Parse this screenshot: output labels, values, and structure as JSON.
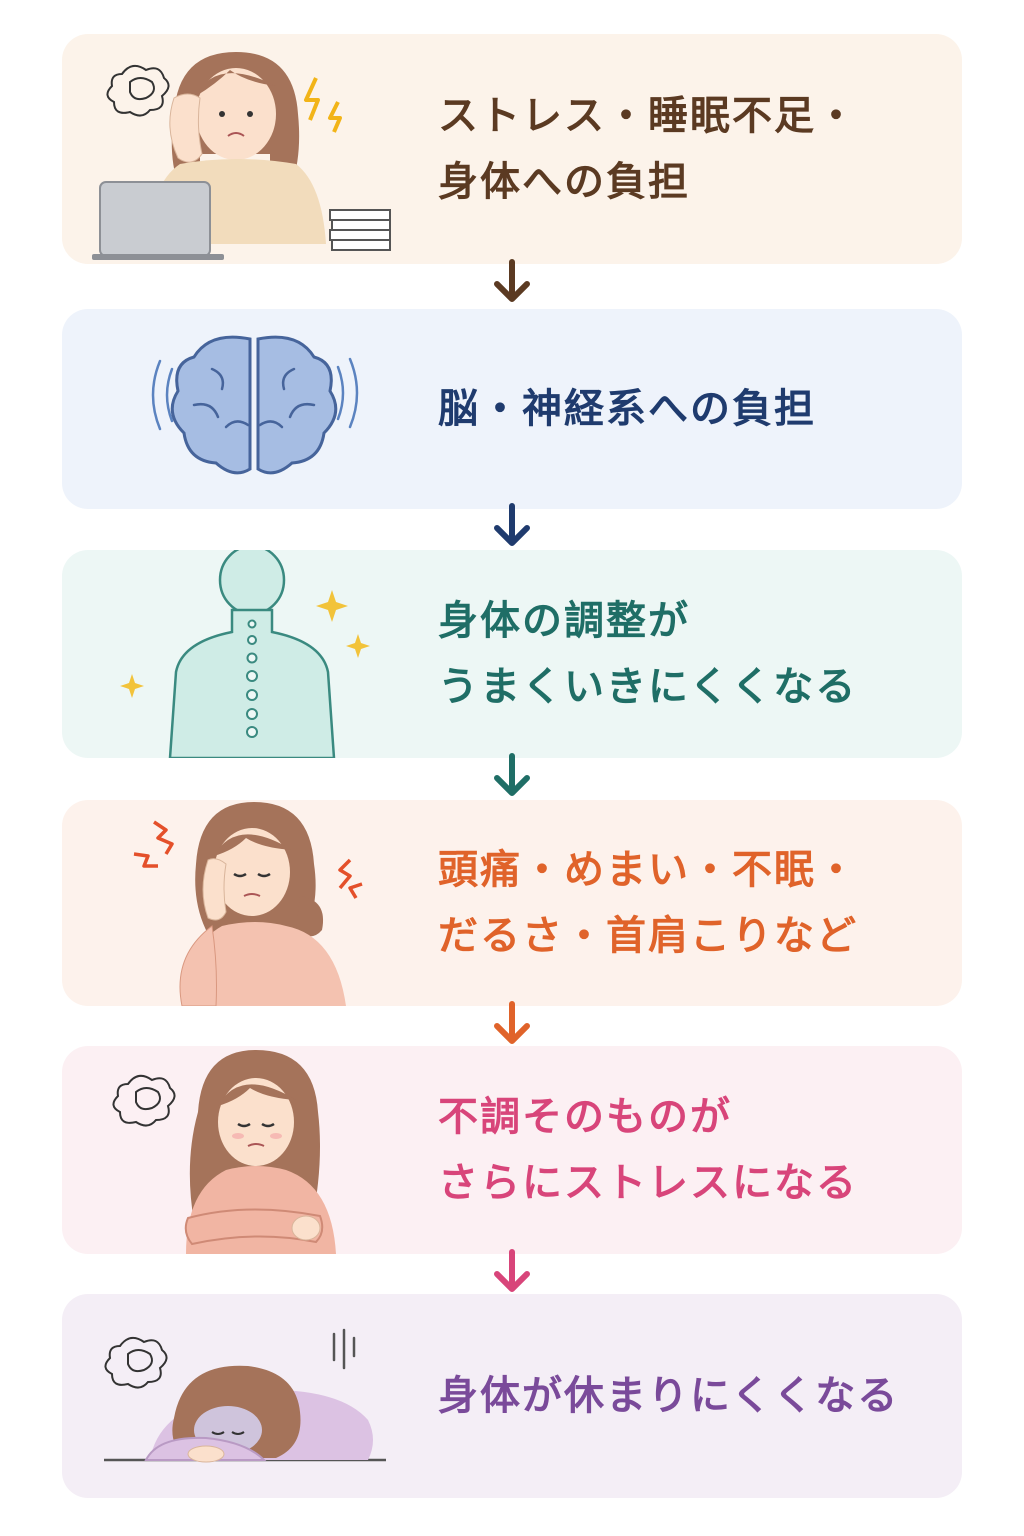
{
  "steps": [
    {
      "id": "stress",
      "lines": [
        "ストレス・睡眠不足・",
        "身体への負担"
      ],
      "text_color": "#5b3a22",
      "background": "#fcf3ea",
      "illustration": "stressed-woman-at-laptop"
    },
    {
      "id": "brain",
      "lines": [
        "脳・神経系への負担"
      ],
      "text_color": "#1f3b6e",
      "background": "#eef3fb",
      "illustration": "brain-icon"
    },
    {
      "id": "body-adjust",
      "lines": [
        "身体の調整が",
        "うまくいきにくくなる"
      ],
      "text_color": "#1f6e66",
      "background": "#edf7f5",
      "illustration": "spine-back-icon"
    },
    {
      "id": "symptoms",
      "lines": [
        "頭痛・めまい・不眠・",
        "だるさ・首肩こりなど"
      ],
      "text_color": "#e0632a",
      "background": "#fdf2ec",
      "illustration": "headache-woman"
    },
    {
      "id": "more-stress",
      "lines": [
        "不調そのものが",
        "さらにストレスになる"
      ],
      "text_color": "#d8457a",
      "background": "#fcf0f3",
      "illustration": "worried-woman-hugging"
    },
    {
      "id": "no-rest",
      "lines": [
        "身体が休まりにくくなる"
      ],
      "text_color": "#7a4a9a",
      "background": "#f4eef6",
      "illustration": "exhausted-woman-on-desk"
    }
  ],
  "arrows": [
    {
      "color": "#5b3a22"
    },
    {
      "color": "#1f3b6e"
    },
    {
      "color": "#1f6e66"
    },
    {
      "color": "#e0632a"
    },
    {
      "color": "#d8457a"
    }
  ]
}
